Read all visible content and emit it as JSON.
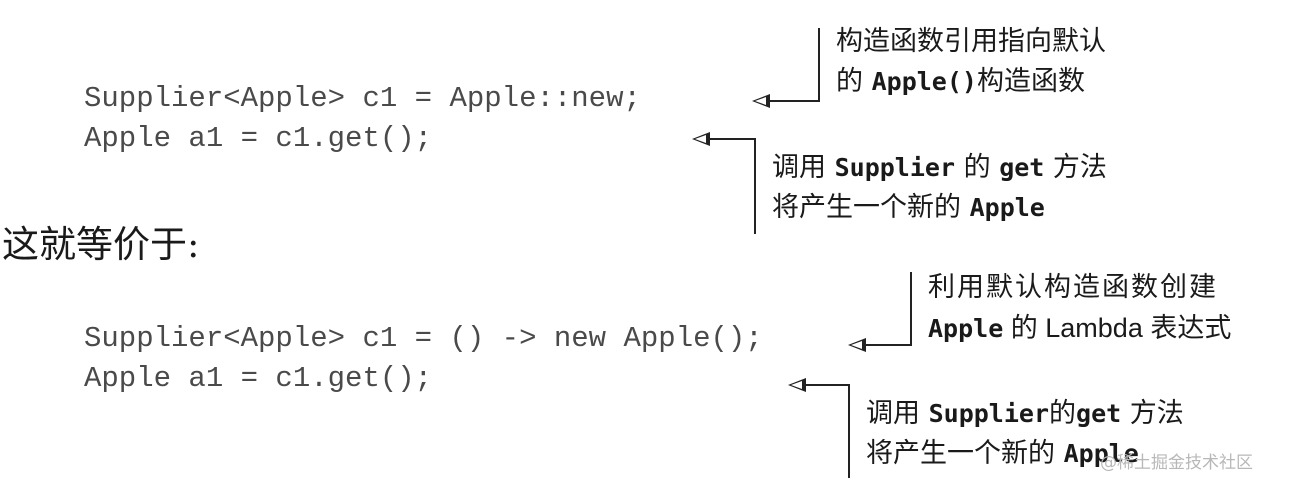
{
  "section1": {
    "code_line1": "Supplier<Apple> c1 = Apple::new;",
    "code_line2": "Apple a1 = c1.get();",
    "note1": {
      "line1": "构造函数引用指向默认",
      "line2_prefix": "的 ",
      "line2_code": "Apple()",
      "line2_suffix": "构造函数"
    },
    "note2": {
      "line1_prefix": "调用 ",
      "line1_code1": "Supplier",
      "line1_mid": " 的 ",
      "line1_code2": "get",
      "line1_suffix": " 方法",
      "line2_prefix": "将产生一个新的 ",
      "line2_code": "Apple"
    }
  },
  "heading": "这就等价于:",
  "section2": {
    "code_line1": "Supplier<Apple> c1 = () -> new Apple();",
    "code_line2": "Apple a1 = c1.get();",
    "note1": {
      "line1": "利用默认构造函数创建",
      "line2_code": "Apple",
      "line2_suffix": " 的 Lambda 表达式"
    },
    "note2": {
      "line1_prefix": "调用 ",
      "line1_code1": "Supplier",
      "line1_mid": "的",
      "line1_code2": "get",
      "line1_suffix": " 方法",
      "line2_prefix": "将产生一个新的 ",
      "line2_code": "Apple"
    }
  },
  "watermark": "@稀土掘金技术社区"
}
